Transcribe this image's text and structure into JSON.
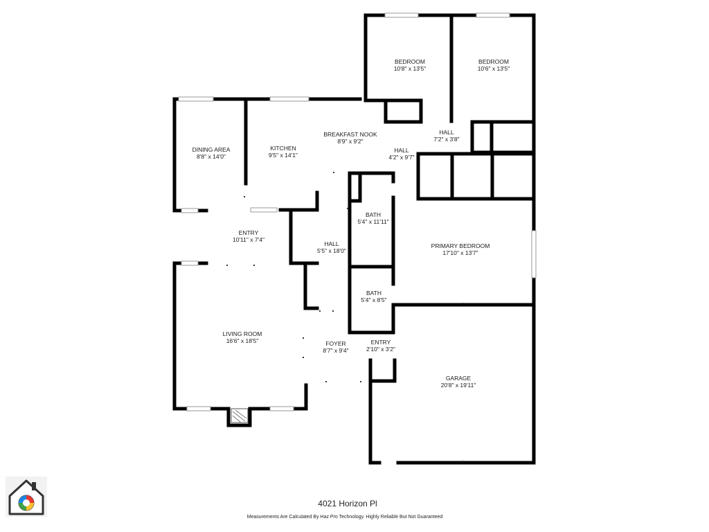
{
  "rooms": {
    "bedroom_1": {
      "name": "BEDROOM",
      "dim": "10'8\" x 13'5\""
    },
    "bedroom_2": {
      "name": "BEDROOM",
      "dim": "10'6\" x 13'5\""
    },
    "dining_area": {
      "name": "DINING AREA",
      "dim": "8'8\" x 14'0\""
    },
    "kitchen": {
      "name": "KITCHEN",
      "dim": "9'5\" x 14'1\""
    },
    "breakfast_nook": {
      "name": "BREAKFAST NOOK",
      "dim": "8'9\" x 9'2\""
    },
    "hall_upper": {
      "name": "HALL",
      "dim": "7'2\" x 3'8\""
    },
    "hall_mid": {
      "name": "HALL",
      "dim": "4'2\" x 9'7\""
    },
    "entry_main": {
      "name": "ENTRY",
      "dim": "10'11\" x 7'4\""
    },
    "hall_center": {
      "name": "HALL",
      "dim": "5'5\" x 18'0\""
    },
    "bath_1": {
      "name": "BATH",
      "dim": "5'4\" x 11'11\""
    },
    "primary_bedroom": {
      "name": "PRIMARY BEDROOM",
      "dim": "17'10\" x 13'7\""
    },
    "bath_2": {
      "name": "BATH",
      "dim": "5'4\" x 8'5\""
    },
    "living_room": {
      "name": "LIVING ROOM",
      "dim": "16'6\" x 18'5\""
    },
    "foyer": {
      "name": "FOYER",
      "dim": "8'7\" x 9'4\""
    },
    "entry_garage": {
      "name": "ENTRY",
      "dim": "2'10\" x 3'2\""
    },
    "garage": {
      "name": "GARAGE",
      "dim": "20'8\" x 19'11\""
    }
  },
  "footer": {
    "address": "4021 Horizon Pl",
    "disclaimer": "Measurements Are Calculated By Haz Pro Technology. Highly Reliable But Not Guaranteed"
  },
  "logo": {
    "icon": "house-camera-logo-icon"
  },
  "colors": {
    "wall": "#000000",
    "window": "#b8b8b8",
    "background": "#ffffff"
  }
}
